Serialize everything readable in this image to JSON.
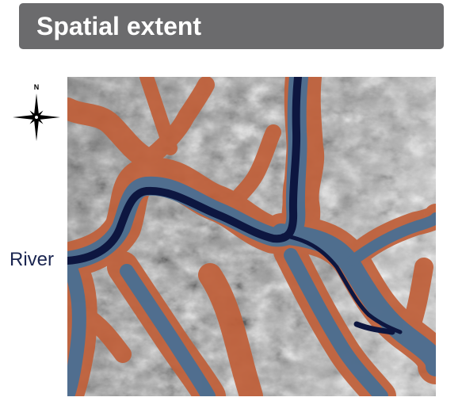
{
  "header": {
    "title": "Spatial extent"
  },
  "compass": {
    "north_label": "N",
    "icon": "north-arrow-compass-icon"
  },
  "labels": {
    "river": "River"
  },
  "map": {
    "description_layers": [
      "hillshade-terrain",
      "floodplain",
      "river-buffer",
      "river-channel"
    ],
    "colors": {
      "terrain_light": "#e6e6e6",
      "terrain_dark": "#5a5a5a",
      "floodplain": "#c0603a",
      "buffer": "#4a6f93",
      "channel": "#0d1640",
      "title_bar": "#6b6b6d",
      "label_text": "#1a2550"
    }
  }
}
